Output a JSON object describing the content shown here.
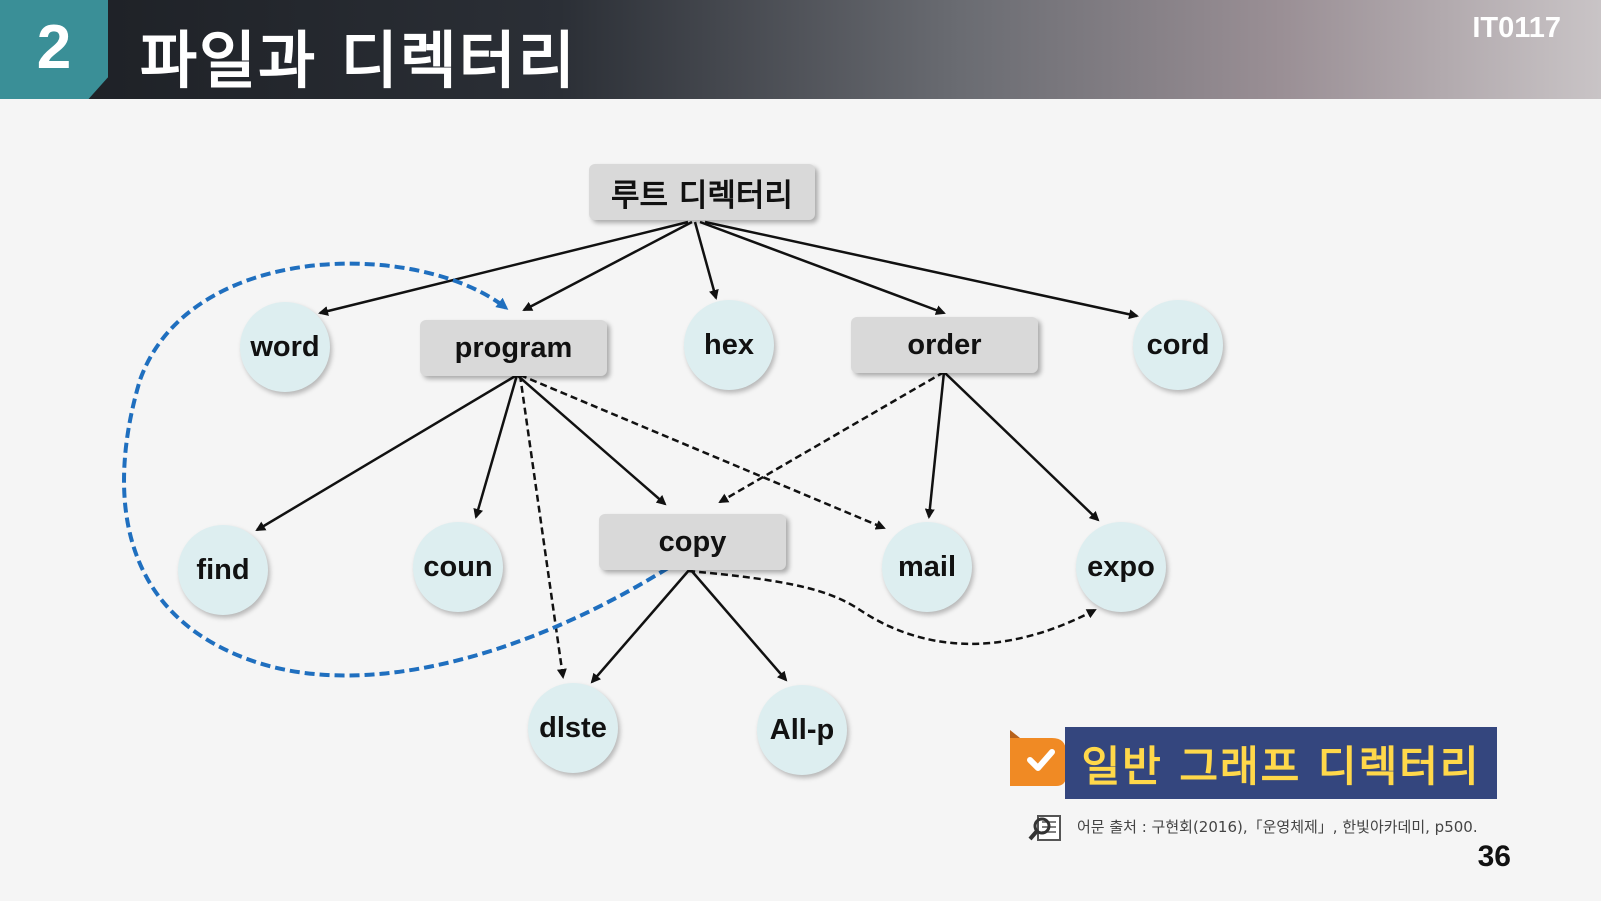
{
  "header": {
    "section_number": "2",
    "title": "파일과 디렉터리",
    "course_code": "IT0117"
  },
  "diagram": {
    "root": "루트 디렉터리",
    "nodes": {
      "word": "word",
      "program": "program",
      "hex": "hex",
      "order": "order",
      "cord": "cord",
      "find": "find",
      "coun": "coun",
      "copy": "copy",
      "mail": "mail",
      "expo": "expo",
      "dlste": "dlste",
      "allp": "All-p"
    }
  },
  "badge": {
    "label": "일반 그래프 디렉터리"
  },
  "source": {
    "text": "어문 출처 : 구현회(2016),「운영체제」, 한빛아카데미, p500."
  },
  "page_number": "36",
  "colors": {
    "section": "#3a8f97",
    "badge_bg": "#34467e",
    "badge_text": "#ffd84a",
    "node_circle": "#ddeef0",
    "blue_link": "#1f6fbf"
  }
}
